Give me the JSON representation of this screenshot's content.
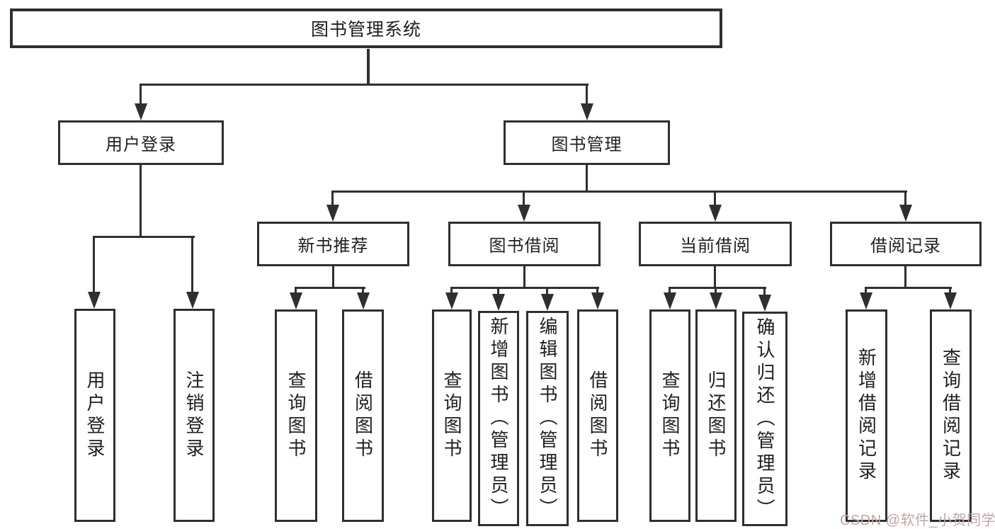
{
  "diagram": {
    "root": {
      "label": "图书管理系统"
    },
    "level2": {
      "user_login": {
        "label": "用户登录"
      },
      "book_management": {
        "label": "图书管理"
      }
    },
    "level3": {
      "new_book_recommend": {
        "label": "新书推荐"
      },
      "book_borrow": {
        "label": "图书借阅"
      },
      "current_borrow": {
        "label": "当前借阅"
      },
      "borrow_record": {
        "label": "借阅记录"
      }
    },
    "leaves": {
      "user_login": [
        "用户登录",
        "注销登录"
      ],
      "new_book_recommend": [
        "查询图书",
        "借阅图书"
      ],
      "book_borrow": [
        "查询图书",
        "新增图书（管理员）",
        "编辑图书（管理员）",
        "借阅图书"
      ],
      "current_borrow": [
        "查询图书",
        "归还图书",
        "确认归还（管理员）"
      ],
      "borrow_record": [
        "新增借阅记录",
        "查询借阅记录"
      ]
    },
    "watermark": "CSDN @软件_小贺同学",
    "colors": {
      "line": "#2f2f2f",
      "text": "#1f1f1f",
      "watermark": "#bfa6a6",
      "background": "#ffffff"
    }
  }
}
